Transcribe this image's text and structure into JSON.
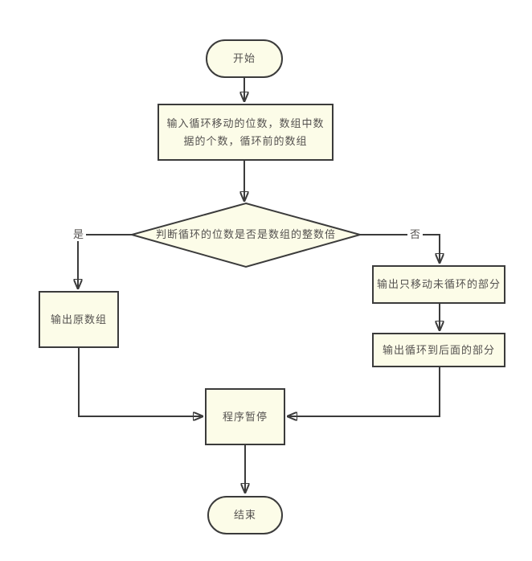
{
  "diagram": {
    "type": "flowchart",
    "colors": {
      "background": "#ffffff",
      "node_fill": "#fcfce8",
      "stroke": "#3b3b3b",
      "text": "#555250"
    },
    "nodes": {
      "start": {
        "type": "terminator",
        "label": "开始"
      },
      "input": {
        "type": "process",
        "label": "输入循环移动的位数，数组中数据的个数，循环前的数组"
      },
      "decision": {
        "type": "decision",
        "label": "判断循环的位数是否是数组的整数倍"
      },
      "output_original": {
        "type": "process",
        "label": "输出原数组"
      },
      "output_unshifted": {
        "type": "process",
        "label": "输出只移动未循环的部分"
      },
      "output_shifted": {
        "type": "process",
        "label": "输出循环到后面的部分"
      },
      "pause": {
        "type": "process",
        "label": "程序暂停"
      },
      "end": {
        "type": "terminator",
        "label": "结束"
      }
    },
    "edges": [
      {
        "from": "start",
        "to": "input"
      },
      {
        "from": "input",
        "to": "decision"
      },
      {
        "from": "decision",
        "to": "output_original",
        "label": "是"
      },
      {
        "from": "decision",
        "to": "output_unshifted",
        "label": "否"
      },
      {
        "from": "output_unshifted",
        "to": "output_shifted"
      },
      {
        "from": "output_shifted",
        "to": "pause"
      },
      {
        "from": "output_original",
        "to": "pause"
      },
      {
        "from": "pause",
        "to": "end"
      }
    ],
    "edge_labels": {
      "yes": "是",
      "no": "否"
    }
  }
}
